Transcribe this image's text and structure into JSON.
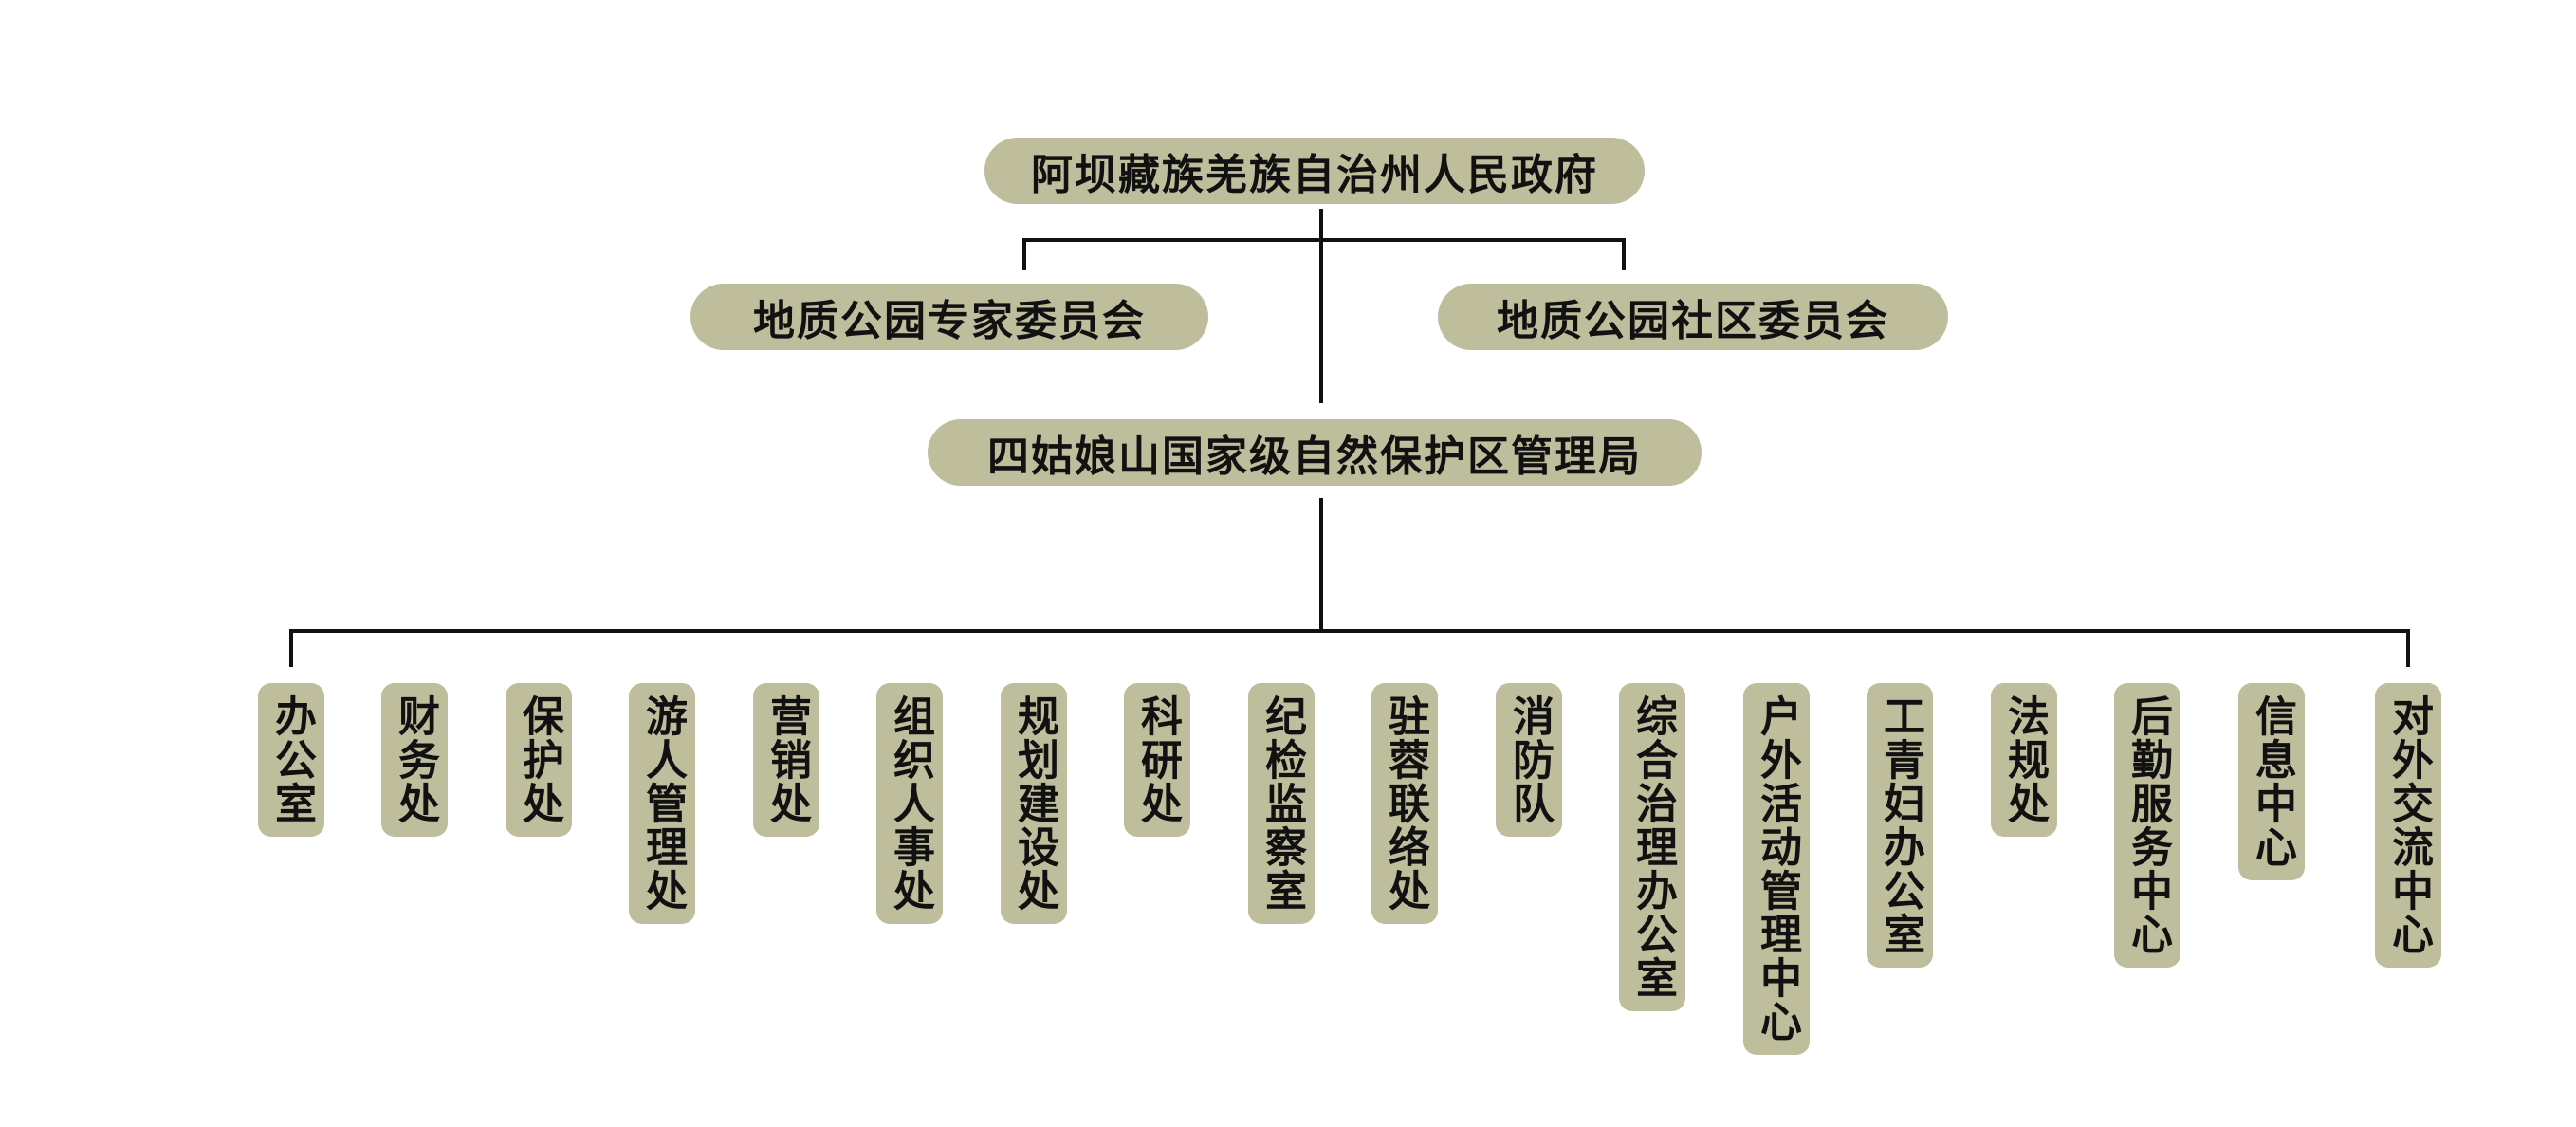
{
  "top": {
    "label": "阿坝藏族羌族自治州人民政府"
  },
  "committees": [
    {
      "label": "地质公园专家委员会"
    },
    {
      "label": "地质公园社区委员会"
    }
  ],
  "bureau": {
    "label": "四姑娘山国家级自然保护区管理局"
  },
  "departments": [
    {
      "label": "办公室"
    },
    {
      "label": "财务处"
    },
    {
      "label": "保护处"
    },
    {
      "label": "游人管理处"
    },
    {
      "label": "营销处"
    },
    {
      "label": "组织人事处"
    },
    {
      "label": "规划建设处"
    },
    {
      "label": "科研处"
    },
    {
      "label": "纪检监察室"
    },
    {
      "label": "驻蓉联络处"
    },
    {
      "label": "消防队"
    },
    {
      "label": "综合治理办公室"
    },
    {
      "label": "户外活动管理中心"
    },
    {
      "label": "工青妇办公室"
    },
    {
      "label": "法规处"
    },
    {
      "label": "后勤服务中心"
    },
    {
      "label": "信息中心"
    },
    {
      "label": "对外交流中心"
    }
  ],
  "colors": {
    "node_fill": "#bebd9c",
    "line": "#111111",
    "text": "#111111"
  }
}
